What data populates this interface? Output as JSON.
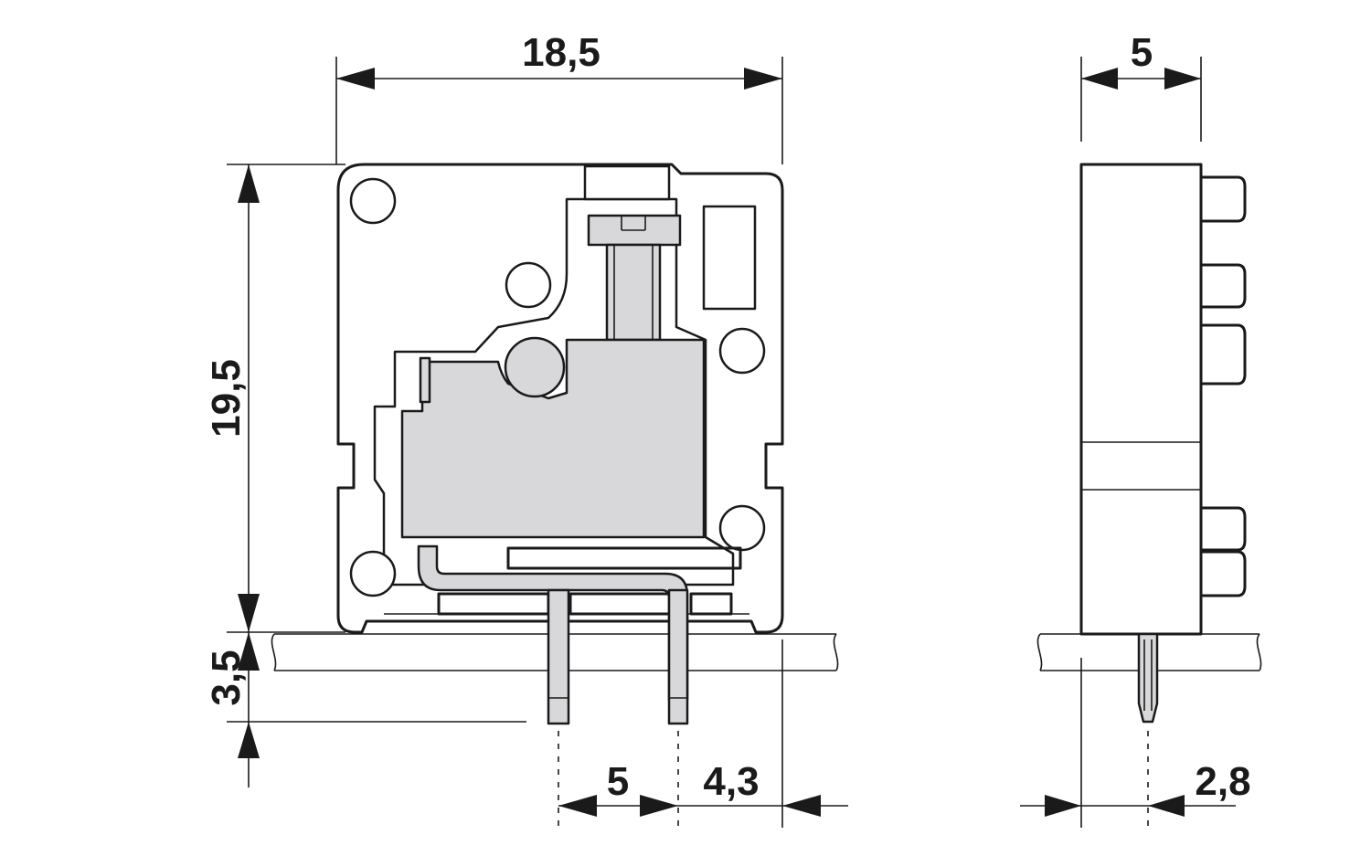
{
  "dimensions": {
    "front_width": "18,5",
    "front_height": "19,5",
    "pin_length": "3,5",
    "pitch": "5",
    "pin_offset": "4,3",
    "side_width": "5",
    "side_pin_offset": "2,8"
  }
}
